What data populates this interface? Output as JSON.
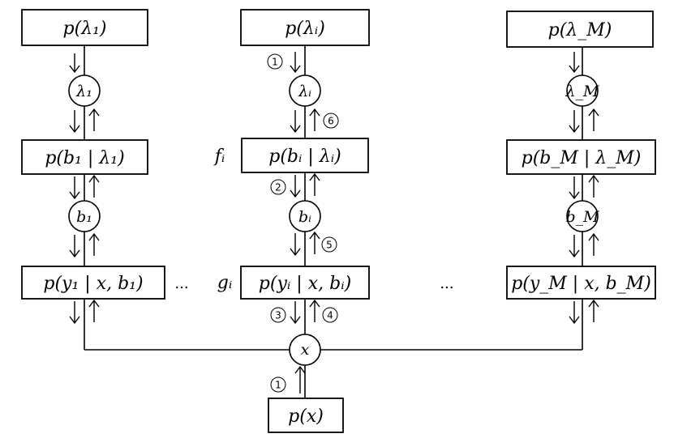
{
  "columns": {
    "first": {
      "prior": "p(λ₁)",
      "param": "λ₁",
      "factor_b": "p(b₁ | λ₁)",
      "latent": "b₁",
      "likelihood": "p(y₁ | x, b₁)"
    },
    "middle": {
      "prior": "p(λᵢ)",
      "param": "λᵢ",
      "factor_b": "p(bᵢ | λᵢ)",
      "latent": "bᵢ",
      "likelihood": "p(yᵢ | x, bᵢ)",
      "f_label": "fᵢ",
      "g_label": "gᵢ"
    },
    "last": {
      "prior": "p(λ_M)",
      "param": "λ_M",
      "factor_b": "p(b_M | λ_M)",
      "latent": "b_M",
      "likelihood": "p(y_M | x, b_M)"
    }
  },
  "ellipsis": "...",
  "root": {
    "node": "x",
    "prior": "p(x)"
  },
  "message_steps": {
    "s1_top": "1",
    "s6": "6",
    "s2": "2",
    "s5": "5",
    "s3": "3",
    "s4": "4",
    "s1_bottom": "1"
  }
}
